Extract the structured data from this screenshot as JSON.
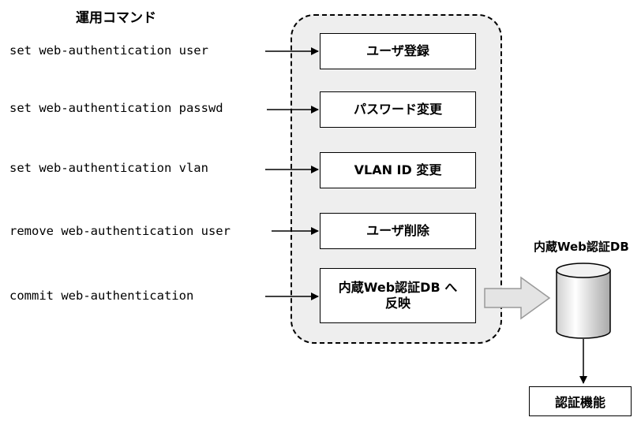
{
  "diagram": {
    "title": "運用コマンド",
    "commands": [
      "set web-authentication user",
      "set web-authentication passwd",
      "set web-authentication vlan",
      "remove web-authentication user",
      "commit web-authentication"
    ],
    "functions": [
      "ユーザ登録",
      "パスワード変更",
      "VLAN ID 変更",
      "ユーザ削除",
      "内蔵Web認証DB へ\n反映"
    ],
    "db_label": "内蔵Web認証DB",
    "auth_label": "認証機能"
  }
}
